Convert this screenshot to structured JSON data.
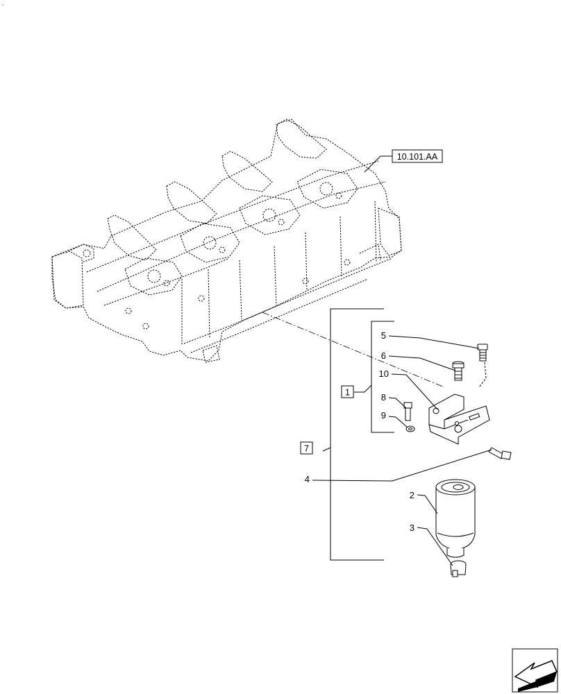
{
  "corner_mark": ".",
  "reference": {
    "label": "10.101.AA"
  },
  "boxes": {
    "assembly_outer": "7",
    "assembly_inner": "1"
  },
  "callouts": {
    "c2": "2",
    "c3": "3",
    "c4": "4",
    "c5": "5",
    "c6": "6",
    "c8": "8",
    "c9": "9",
    "c10": "10"
  },
  "nav_icon": "next-page-arrow-icon"
}
